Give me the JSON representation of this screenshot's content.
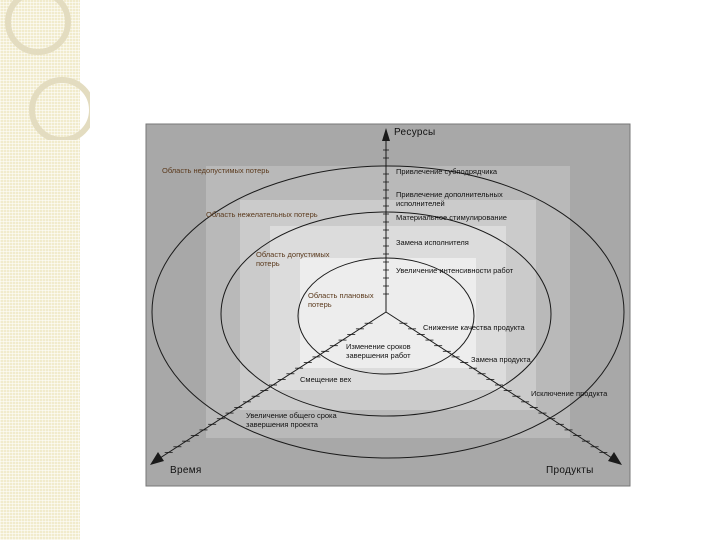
{
  "axes": {
    "resources": "Ресурсы",
    "time": "Время",
    "products": "Продукты"
  },
  "zones": {
    "unacceptable": "Область недопустимых потерь",
    "undesirable": "Область нежелательных потерь",
    "acceptable": "Область допустимых потерь",
    "planned": "Область плановых потерь"
  },
  "resource_actions": [
    "Привлечение субподрядчика",
    "Привлечение дополнительных исполнителей",
    "Материальное стимулирование",
    "Замена исполнителя",
    "Увеличение интенсивности работ"
  ],
  "time_actions": [
    "Изменение сроков завершения работ",
    "Смещение вех",
    "Увеличение общего срока завершения проекта"
  ],
  "product_actions": [
    "Снижение качества продукта",
    "Замена продукта",
    "Исключение продукта"
  ],
  "colors": {
    "frame_bg": "#a8a8a8",
    "zone_2": "#b9b9b9",
    "zone_3": "#cbcbcb",
    "zone_4": "#dcdcdc",
    "zone_core": "#ededed",
    "zone_label": "#5b3a1d",
    "side_stripe": "#f1ebcc"
  }
}
